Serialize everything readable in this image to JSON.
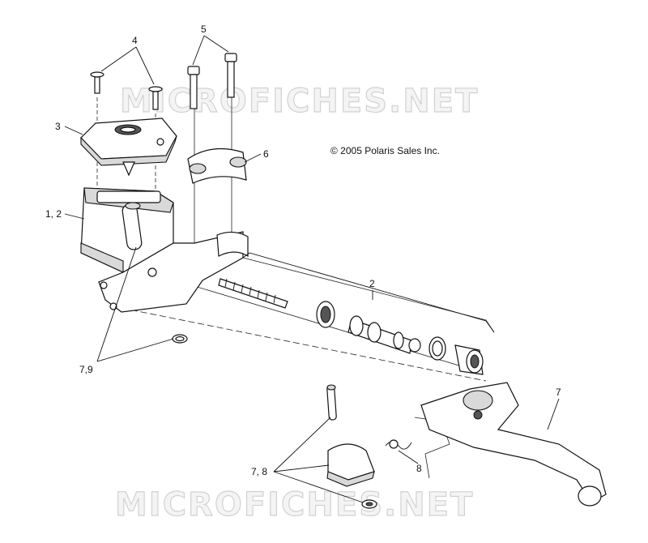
{
  "watermark": {
    "top": "MICROFICHES.NET",
    "bottom": "MICROFICHES.NET"
  },
  "copyright": "© 2005 Polaris Sales Inc.",
  "callouts": {
    "c1": "1, 2",
    "c2": "2",
    "c3": "3",
    "c4": "4",
    "c5": "5",
    "c6": "6",
    "c7": "7",
    "c79": "7,9",
    "c78": "7, 8",
    "c8": "8"
  }
}
